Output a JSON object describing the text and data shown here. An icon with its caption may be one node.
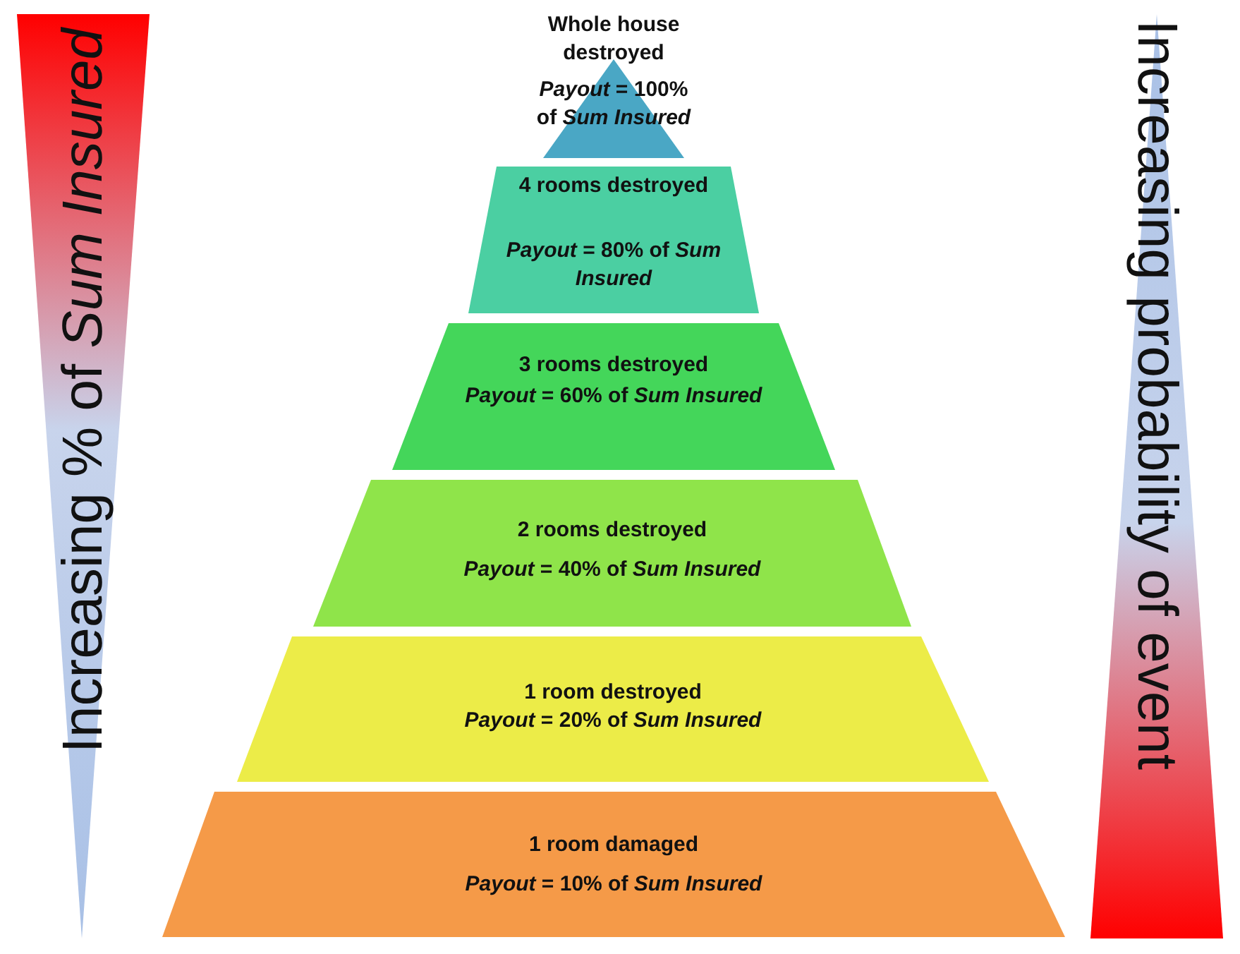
{
  "diagram": {
    "nodes": [
      {
        "text": [
          "Whole house destroyed",
          "*Payout* = 100% of *Sum Insured*"
        ]
      },
      {
        "text": [
          "4 rooms destroyed",
          "*Payout* = 80% of *Sum Insured*"
        ]
      },
      {
        "text": [
          "3 rooms destroyed",
          "*Payout* = 60% of *Sum Insured*"
        ]
      },
      {
        "text": [
          "2 rooms destroyed",
          "*Payout* = 40% of *Sum Insured*"
        ]
      },
      {
        "text": [
          "1 room destroyed",
          "*Payout* = 20% of *Sum Insured*"
        ]
      },
      {
        "text": [
          "1 room damaged",
          "*Payout* = 10% of *Sum Insured*"
        ]
      },
      {
        "text": [
          "Increasing % of *Sum Insured*"
        ]
      },
      {
        "text": [
          "Increasing probability of event"
        ]
      }
    ],
    "edges": []
  }
}
